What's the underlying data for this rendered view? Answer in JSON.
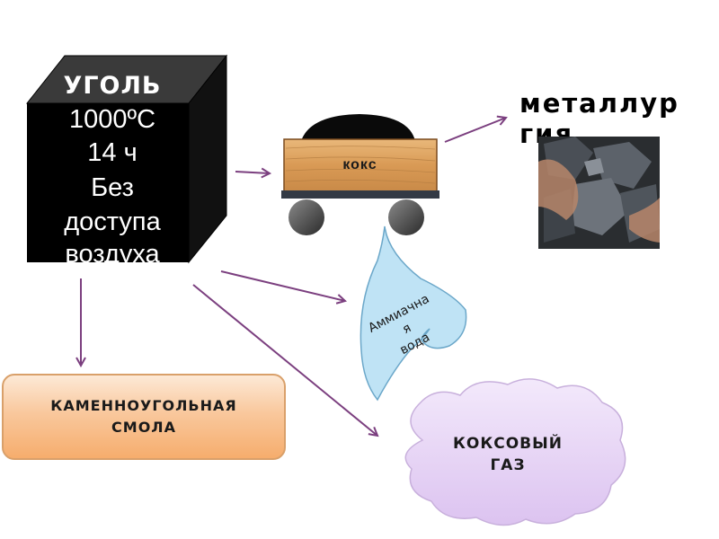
{
  "coal": {
    "title": "УГОЛЬ",
    "temperature": "1000ºC",
    "duration": "14 ч",
    "line3": "Без",
    "line4": "доступа",
    "line5": "воздуха"
  },
  "coke": {
    "label": "кокс"
  },
  "metallurgy": {
    "line1": "металлур",
    "line2": "гия"
  },
  "ammonia_water": {
    "line1": "Аммиачна",
    "line2": "я",
    "line3": "вода"
  },
  "coal_tar": {
    "line1": "КАМЕННОУГОЛЬНАЯ",
    "line2": "СМОЛА"
  },
  "coke_gas": {
    "line1": "КОКСОВЫЙ",
    "line2": "ГАЗ"
  },
  "colors": {
    "arrow": "#7b3f7f",
    "cube_front": "#000000",
    "cube_top": "#3a3a3a",
    "tar_fill": "#f6ad6d",
    "gas_fill": "#e6d2f5",
    "water_fill": "#bfe3f5"
  }
}
